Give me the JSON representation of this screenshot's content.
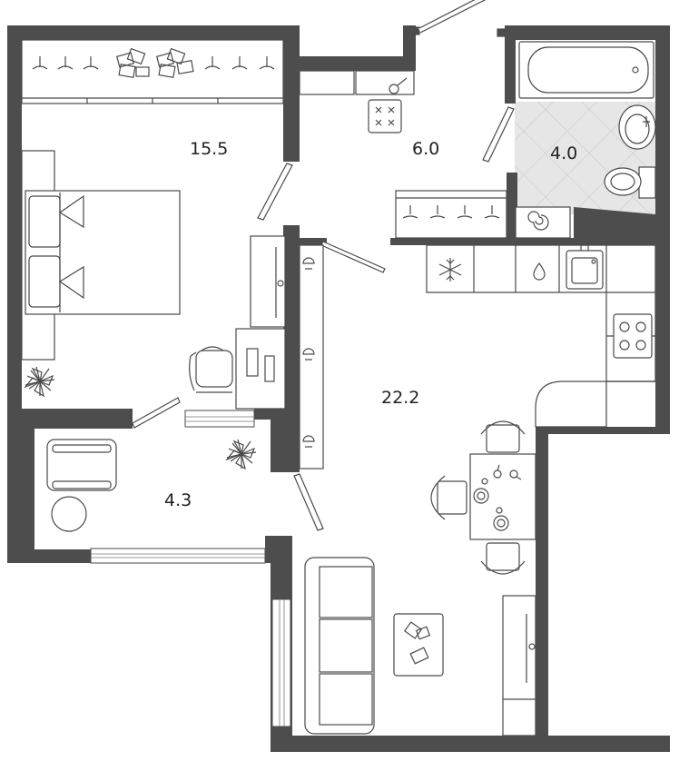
{
  "rooms": {
    "bedroom": {
      "area": "15.5"
    },
    "hall": {
      "area": "6.0"
    },
    "bathroom": {
      "area": "4.0"
    },
    "living_kitchen": {
      "area": "22.2"
    },
    "balcony": {
      "area": "4.3"
    }
  },
  "colors": {
    "wall": "#4d4d4d",
    "line": "#4a4a4a",
    "tile": "#e6e6e6",
    "background": "#ffffff"
  },
  "icons": {
    "fridge": "snowflake-icon",
    "sink": "water-drop-icon",
    "plant": "plant-icon"
  }
}
